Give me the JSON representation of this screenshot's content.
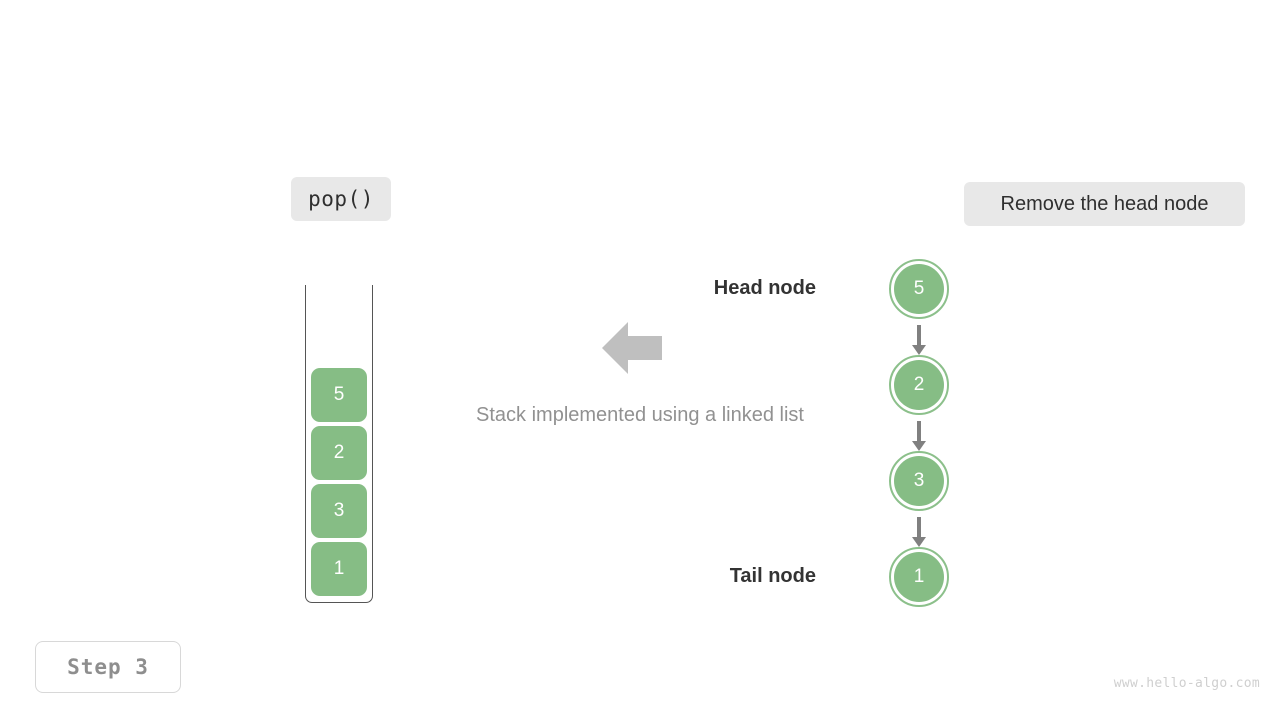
{
  "operation": {
    "label": "pop()"
  },
  "description": {
    "label": "Remove the head node"
  },
  "stack": {
    "caption": "Stack implemented using a linked list",
    "cells": [
      {
        "value": "5"
      },
      {
        "value": "2"
      },
      {
        "value": "3"
      },
      {
        "value": "1"
      }
    ]
  },
  "linked_list": {
    "nodes": [
      {
        "value": "5"
      },
      {
        "value": "2"
      },
      {
        "value": "3"
      },
      {
        "value": "1"
      }
    ],
    "head_label": "Head node",
    "tail_label": "Tail node"
  },
  "step": {
    "label": "Step 3"
  },
  "watermark": {
    "text": "www.hello-algo.com"
  },
  "colors": {
    "node_fill": "#86bd85",
    "node_ring": "#8cc08b",
    "arrow_gray": "#808080",
    "label_bg": "#e8e8e8",
    "caption_text": "#919191",
    "tag_text": "#333333",
    "step_text": "#8e8e8e",
    "watermark_text": "#cfcfcf"
  }
}
